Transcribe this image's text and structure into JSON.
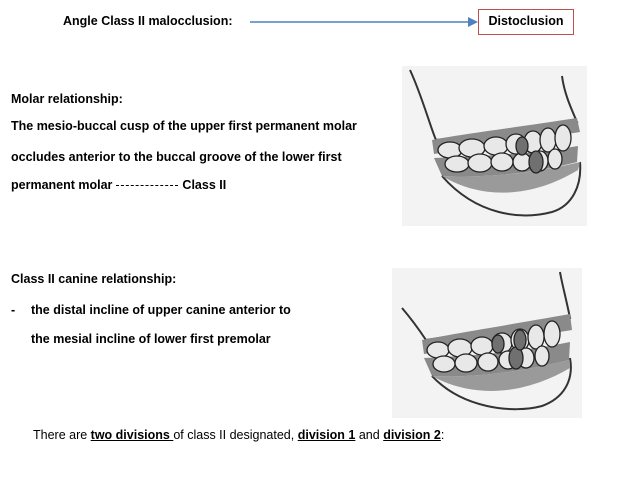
{
  "header": {
    "title": "Angle Class II malocclusion:",
    "tag": "Distoclusion",
    "tag_border_color": "#c0504d",
    "arrow_color": "#4f81bd"
  },
  "molar": {
    "heading": "Molar relationship:",
    "line1": "The mesio-buccal cusp of the upper first permanent molar",
    "line2": "occludes anterior to the buccal groove of the lower first",
    "line3_start": "permanent molar",
    "line3_end": "Class II"
  },
  "canine": {
    "heading": "Class II canine relationship:",
    "bullet": "-",
    "line1": "the distal incline of upper canine anterior to",
    "line2": "the mesial incline of lower first premolar"
  },
  "divisions": {
    "prefix": "There are ",
    "two_divisions": "two divisions ",
    "middle": "of class II designated, ",
    "division1": "division 1",
    "and": " and ",
    "division2": "division 2",
    "end": ":"
  }
}
